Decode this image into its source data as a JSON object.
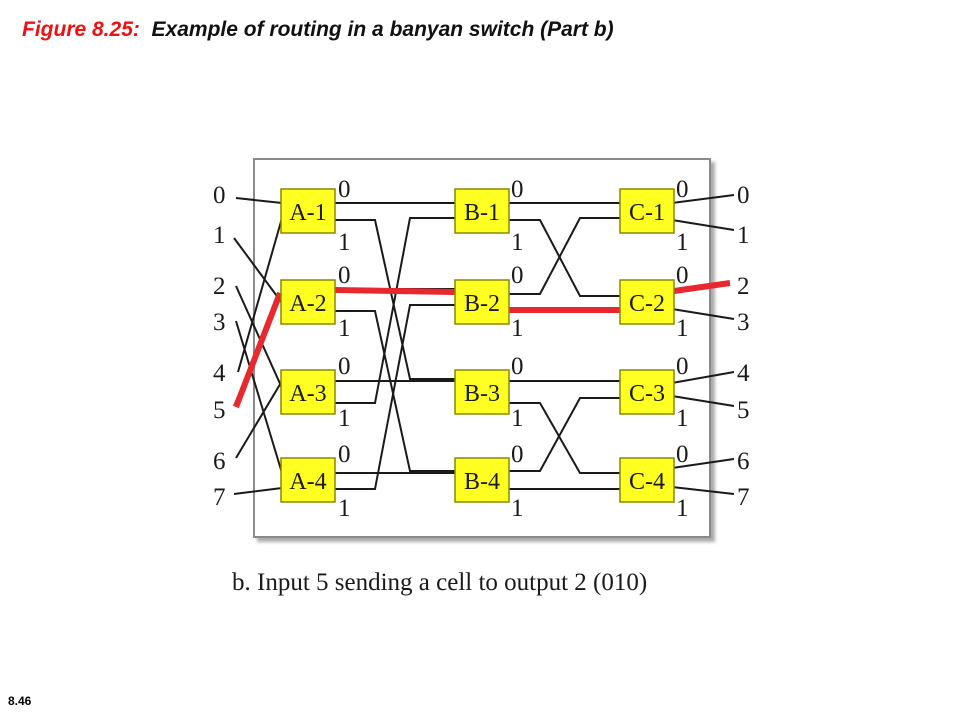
{
  "slide": {
    "figure_label": "Figure 8.25:",
    "title": "Example of routing in a banyan switch (Part b)",
    "number": "8.46"
  },
  "diagram": {
    "caption": "b. Input 5 sending a cell to output 2 (010)",
    "input_labels": [
      "0",
      "1",
      "2",
      "3",
      "4",
      "5",
      "6",
      "7"
    ],
    "output_labels": [
      "0",
      "1",
      "2",
      "3",
      "4",
      "5",
      "6",
      "7"
    ],
    "stages": [
      [
        "A-1",
        "A-2",
        "A-3",
        "A-4"
      ],
      [
        "B-1",
        "B-2",
        "B-3",
        "B-4"
      ],
      [
        "C-1",
        "C-2",
        "C-3",
        "C-4"
      ]
    ],
    "port_bits": [
      "0",
      "1"
    ],
    "colors": {
      "switch_fill": "#ffff22",
      "switch_border": "#888800",
      "route": "#e8282e",
      "wire": "#1a1a1a"
    },
    "routed_input": "5",
    "routed_output": "2",
    "route_bits": "010"
  }
}
